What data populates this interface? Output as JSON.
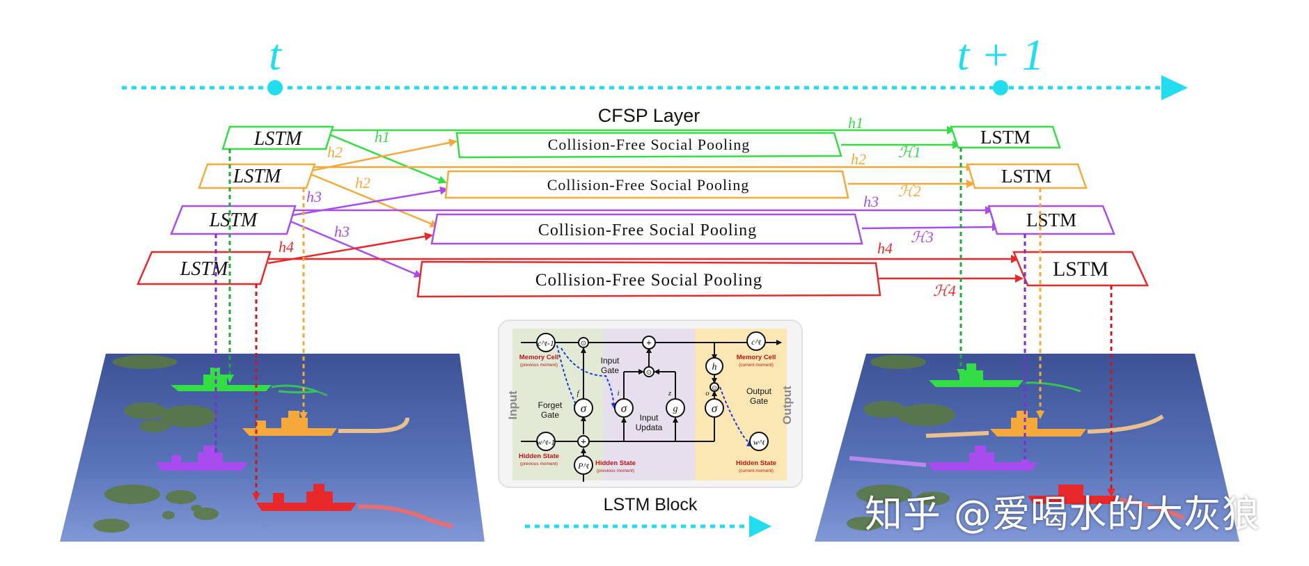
{
  "timeline": {
    "t_label": "t",
    "t1_label": "t + 1"
  },
  "layer_title": "CFSP Layer",
  "lstm_label": "LSTM",
  "pooling_label": "Collision-Free Social Pooling",
  "hidden_labels": [
    "h1",
    "h2",
    "h3",
    "h4"
  ],
  "pooled_labels": [
    "ℋ1",
    "ℋ2",
    "ℋ3",
    "ℋ4"
  ],
  "colors": {
    "cyan": "#22ddee",
    "green": "#33dd44",
    "orange": "#f4a93a",
    "purple": "#a84cf0",
    "red": "#e8282a",
    "sea_top": "#4a62a8",
    "sea_bottom": "#6f86c8",
    "forget": "#e2ead5",
    "input": "#e6e0ee",
    "output": "#fbe7b4"
  },
  "lstm_block": {
    "caption": "LSTM Block",
    "side_input": "Input",
    "side_output": "Output",
    "memory_prev_title": "Memory Cell",
    "memory_prev_sub": "(previous moment)",
    "hidden_prev_title": "Hidden State",
    "hidden_prev_sub": "(previous moment)",
    "hidden_mid_title": "Hidden State",
    "hidden_mid_sub": "(previous moment)",
    "memory_cur_title": "Memory Cell",
    "memory_cur_sub": "(current moment)",
    "hidden_cur_title": "Hidden State",
    "hidden_cur_sub": "(current moment)",
    "forget_gate_1": "Forget",
    "forget_gate_2": "Gate",
    "input_gate_1": "Input",
    "input_gate_2": "Gate",
    "input_update_1": "Input",
    "input_update_2": "Updata",
    "output_gate_1": "Output",
    "output_gate_2": "Gate",
    "node_c_prev": "c^t-1",
    "node_c_cur": "c^t",
    "node_w_prev": "w^t-1",
    "node_w_cur": "w^t",
    "node_p": "P^t",
    "sym_sigma": "σ",
    "sym_g": "g",
    "sym_h": "h",
    "sym_plus": "+",
    "sym_dot": "⊙",
    "lbl_f": "f",
    "lbl_i": "i",
    "lbl_z": "z",
    "lbl_o": "o"
  },
  "watermark": "知乎 @爱喝水的大灰狼"
}
